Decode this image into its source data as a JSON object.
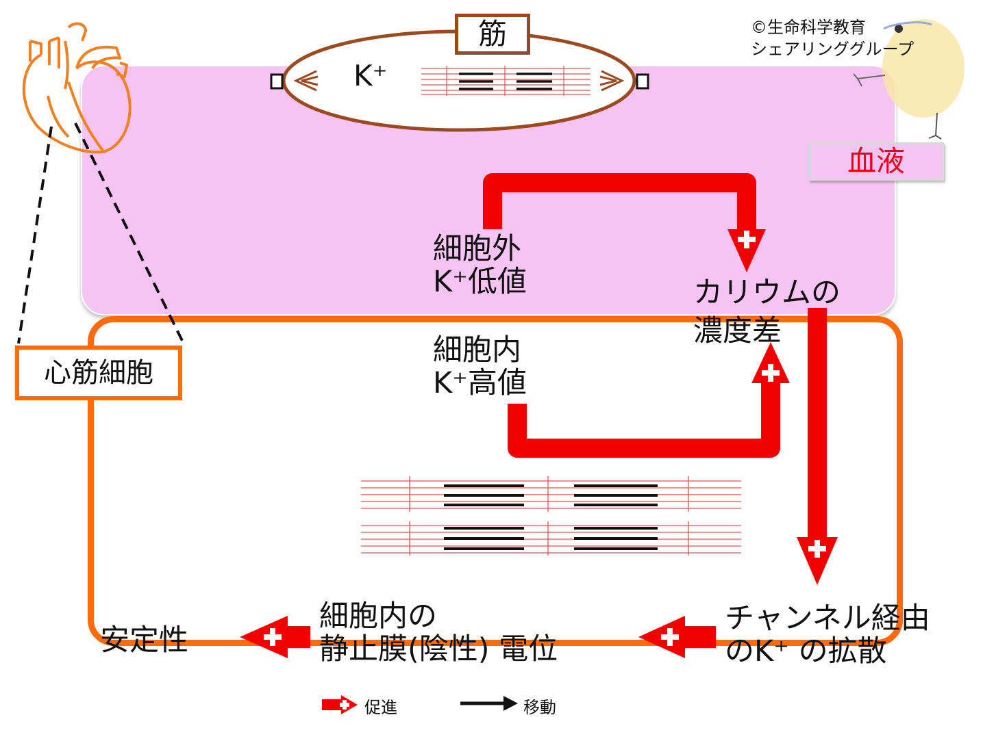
{
  "copyright": {
    "line1": "©生命科学教育",
    "line2": "シェアリンググループ"
  },
  "labels": {
    "muscle": "筋",
    "k_plus": "K⁺",
    "blood": "血液",
    "cardiomyocyte": "心筋細胞"
  },
  "nodes": {
    "extracellular": {
      "line1": "細胞外",
      "line2": "K⁺低値"
    },
    "intracellular": {
      "line1": "細胞内",
      "line2": "K⁺高値"
    },
    "concentration_gradient": {
      "line1": "カリウムの",
      "line2": "濃度差"
    },
    "k_diffusion": {
      "line1": "チャンネル経由",
      "line2": "のK⁺ の拡散"
    },
    "resting_potential": {
      "line1": "細胞内の",
      "line2": "静止膜(陰性) 電位"
    },
    "stability": {
      "text": "安定性"
    }
  },
  "legend": {
    "promote": "促進",
    "move": "移動"
  },
  "colors": {
    "arrow": "#f20000",
    "cell_border": "#ff6a0a",
    "blood_fill": "#f6c4f3",
    "blood_text": "#e8001a",
    "muscle_border": "#9b4a1f",
    "heart": "#f08020"
  }
}
